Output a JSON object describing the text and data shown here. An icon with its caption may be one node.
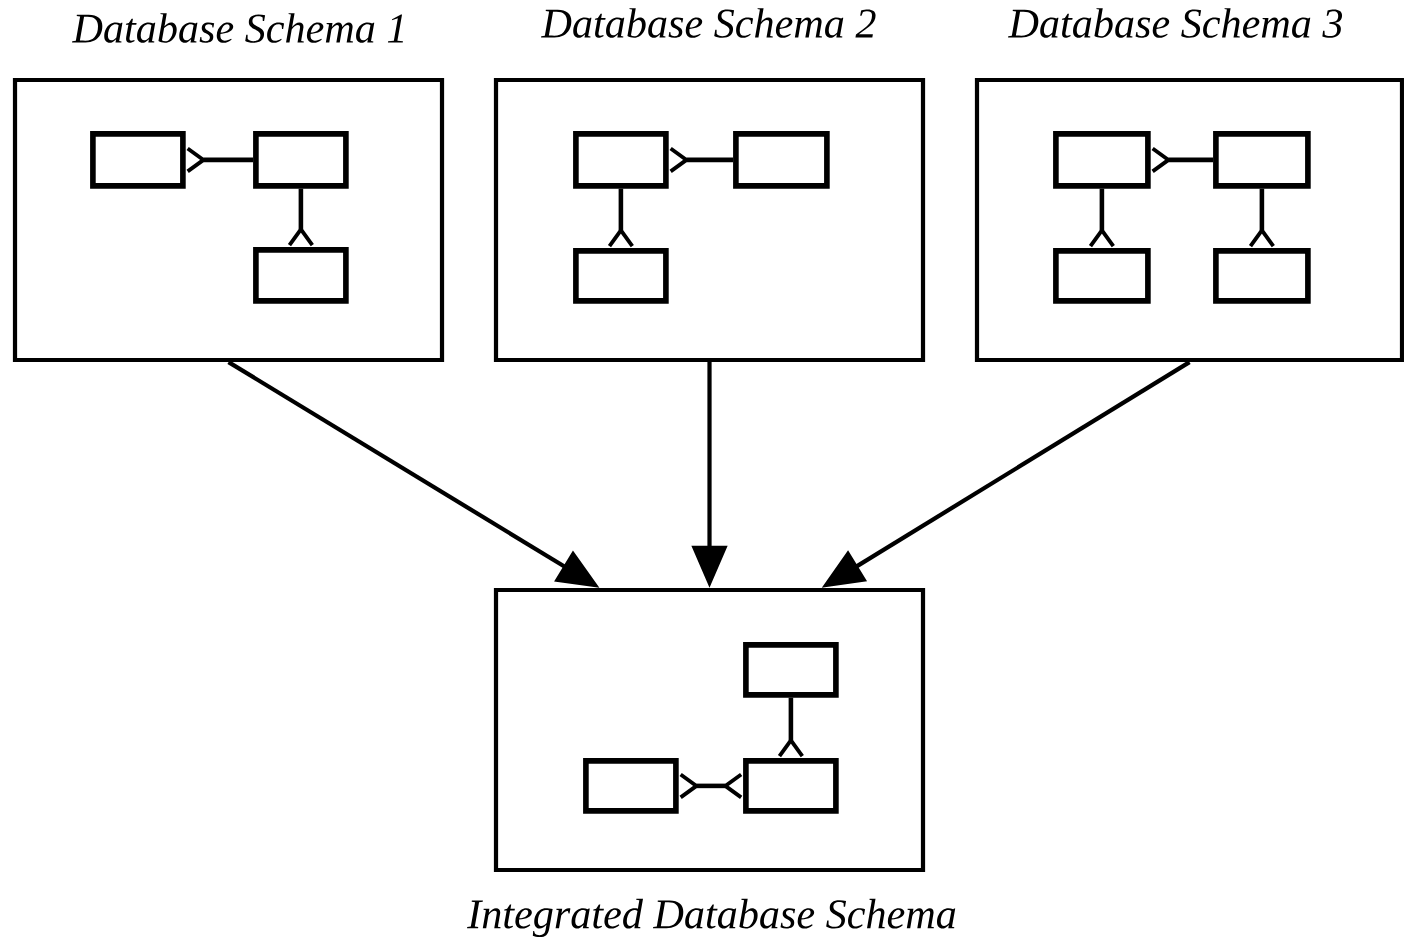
{
  "diagram": {
    "nodes": [
      {
        "text": [
          "Database Schema 1"
        ]
      },
      {
        "text": [],
        "shape": "box",
        "in": 0
      },
      {
        "text": [],
        "shape": "box",
        "in": 0
      },
      {
        "text": [],
        "shape": "box",
        "in": 0
      },
      {
        "text": [
          "Database Schema 2"
        ]
      },
      {
        "text": [],
        "shape": "box",
        "in": 4
      },
      {
        "text": [],
        "shape": "box",
        "in": 4
      },
      {
        "text": [],
        "shape": "box",
        "in": 4
      },
      {
        "text": [
          "Database Schema 3"
        ]
      },
      {
        "text": [],
        "shape": "box",
        "in": 8
      },
      {
        "text": [],
        "shape": "box",
        "in": 8
      },
      {
        "text": [],
        "shape": "box",
        "in": 8
      },
      {
        "text": [],
        "shape": "box",
        "in": 8
      },
      {
        "text": [
          "Integrated Database Schema"
        ]
      },
      {
        "text": [],
        "shape": "box",
        "in": 13
      },
      {
        "text": [],
        "shape": "box",
        "in": 13
      },
      {
        "text": [],
        "shape": "box",
        "in": 13
      }
    ],
    "edges": [
      {
        "from": 2,
        "to": 1,
        "arrow": "other"
      },
      {
        "from": 2,
        "to": 3,
        "arrow": "other"
      },
      {
        "from": 6,
        "to": 5,
        "arrow": "other"
      },
      {
        "from": 5,
        "to": 7,
        "arrow": "other"
      },
      {
        "from": 10,
        "to": 9,
        "arrow": "other"
      },
      {
        "from": 9,
        "to": 11,
        "arrow": "other"
      },
      {
        "from": 10,
        "to": 12,
        "arrow": "other"
      },
      {
        "from": 14,
        "to": 16,
        "arrow": "other"
      },
      {
        "from": 15,
        "to": 16,
        "arrow": "other"
      },
      {
        "from": 0,
        "to": 13,
        "arrow": "to"
      },
      {
        "from": 4,
        "to": 13,
        "arrow": "to"
      },
      {
        "from": 8,
        "to": 13,
        "arrow": "to"
      }
    ]
  }
}
